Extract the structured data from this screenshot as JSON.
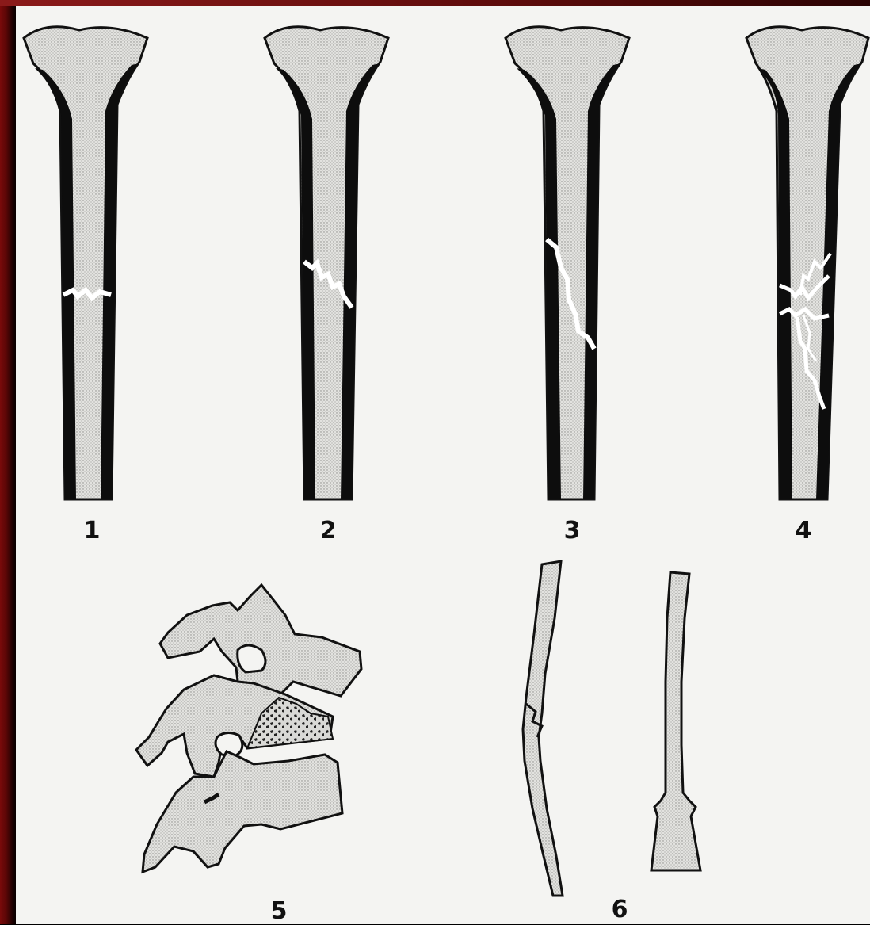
{
  "figures": [
    {
      "id": "1",
      "label": "1",
      "kind": "transverse fracture"
    },
    {
      "id": "2",
      "label": "2",
      "kind": "oblique fracture"
    },
    {
      "id": "3",
      "label": "3",
      "kind": "spiral fracture"
    },
    {
      "id": "4",
      "label": "4",
      "kind": "comminuted fracture"
    },
    {
      "id": "5",
      "label": "5",
      "kind": "vertebral compression fracture"
    },
    {
      "id": "6",
      "label": "6",
      "kind": "greenstick and buckle fractures"
    }
  ],
  "colors": {
    "background": "#000000",
    "frame_accent": "#8b1a1a",
    "paper": "#f4f4f2",
    "bone_fill": "#d9d9d6",
    "cortex": "#0d0d0d",
    "crack": "#ffffff"
  }
}
